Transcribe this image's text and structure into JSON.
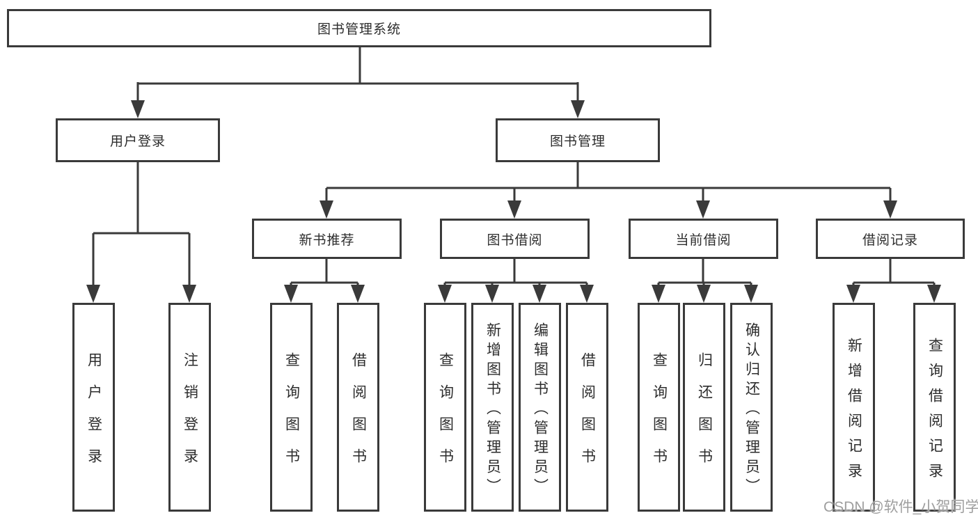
{
  "tree": {
    "root": {
      "label": "图书管理系统"
    },
    "level2": {
      "user_login": {
        "label": "用户登录"
      },
      "book_mgmt": {
        "label": "图书管理"
      }
    },
    "level3": {
      "new_book_rec": {
        "label": "新书推荐"
      },
      "book_borrow": {
        "label": "图书借阅"
      },
      "current_borrow": {
        "label": "当前借阅"
      },
      "borrow_records": {
        "label": "借阅记录"
      }
    },
    "leaves": {
      "user_login_leaf": {
        "label": "用户登录"
      },
      "logout": {
        "label": "注销登录"
      },
      "rec_query_books": {
        "label": "查询图书"
      },
      "rec_borrow_books": {
        "label": "借阅图书"
      },
      "bb_query_books": {
        "label": "查询图书"
      },
      "bb_add_books": {
        "label": "新增图书（管理员）"
      },
      "bb_edit_books": {
        "label": "编辑图书（管理员）"
      },
      "bb_borrow_books": {
        "label": "借阅图书"
      },
      "cb_query_books": {
        "label": "查询图书"
      },
      "cb_return_books": {
        "label": "归还图书"
      },
      "cb_confirm_return": {
        "label": "确认归还（管理员）"
      },
      "br_add_record": {
        "label": "新增借阅记录"
      },
      "br_query_record": {
        "label": "查询借阅记录"
      }
    }
  },
  "watermark": {
    "text": "CSDN @软件_小贺同学"
  },
  "colors": {
    "line": "#3a3a3a",
    "text": "#2d2d2d",
    "watermark": "#9e9e9e",
    "background": "#ffffff"
  }
}
